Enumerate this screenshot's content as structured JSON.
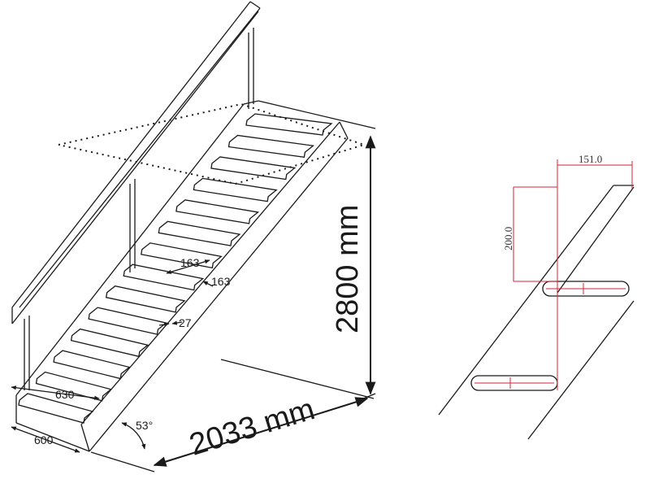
{
  "staircase": {
    "dim_height": "2800 mm",
    "dim_run": "2033 mm",
    "dim_width": "600",
    "dim_tread_width": "630",
    "dim_rise": "163",
    "dim_step": "163",
    "dim_thickness": "27",
    "dim_angle": "53°"
  },
  "detail": {
    "dim_horizontal": "151.0",
    "dim_vertical": "200.0"
  },
  "colors": {
    "line": "#1a1a1a",
    "dimension_red": "#d6263a"
  }
}
